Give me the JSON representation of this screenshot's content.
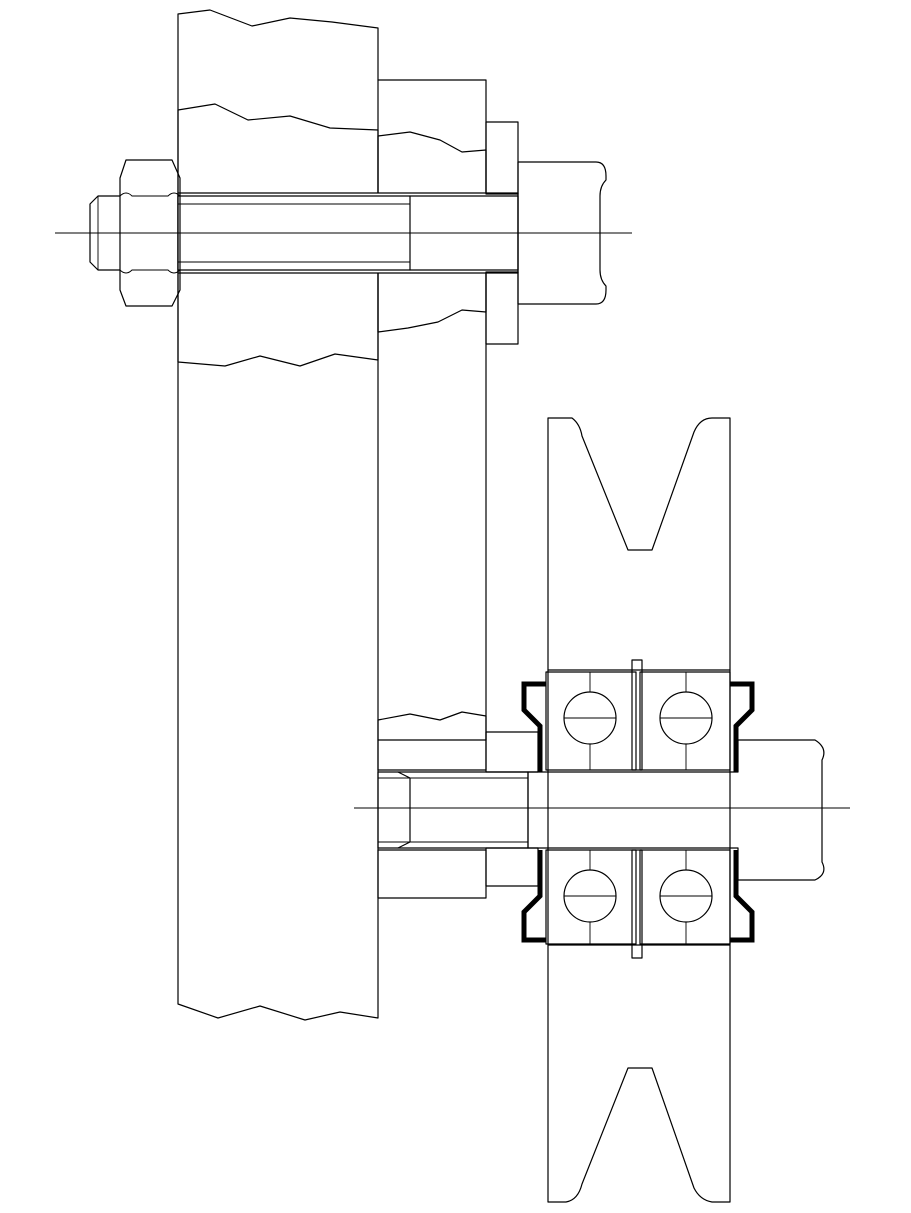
{
  "drawing": {
    "type": "mechanical cross-section",
    "components": [
      "frame-plate",
      "spacer-bracket",
      "hex-bolt",
      "hex-nut",
      "washer",
      "v-belt-pulley",
      "ball-bearing-upper",
      "ball-bearing-lower",
      "bearing-retainer",
      "pulley-shaft"
    ],
    "colors": {
      "line": "#000000",
      "background": "#ffffff"
    }
  }
}
